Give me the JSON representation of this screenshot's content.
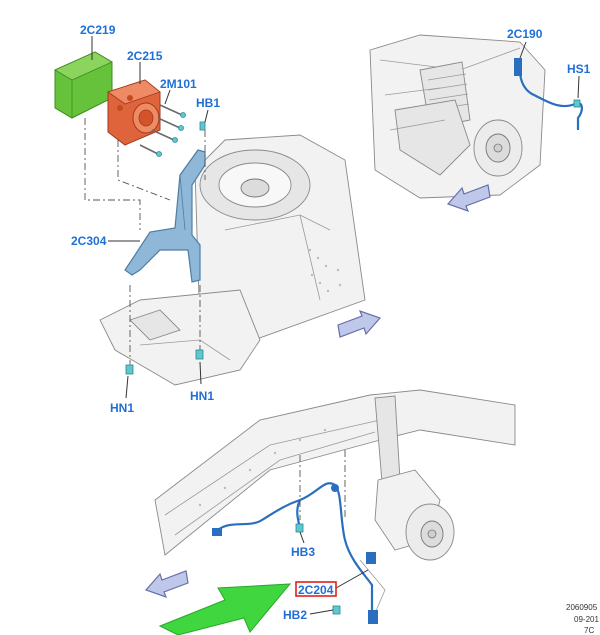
{
  "labels": {
    "c2c219": "2C219",
    "c2c215": "2C215",
    "c2m101": "2M101",
    "chb1": "HB1",
    "c2c304": "2C304",
    "chn1_left": "HN1",
    "chn1_right": "HN1",
    "c2c190": "2C190",
    "chs1": "HS1",
    "chb3": "HB3",
    "c2c204": "2C204",
    "chb2": "HB2"
  },
  "footer": {
    "line1": "2060905",
    "line2": "09-201",
    "line3": "7C"
  },
  "colors": {
    "callout": "#1f6fd6",
    "module_green": "#66c23a",
    "module_orange": "#e0643b",
    "highlight_box": "#e0201c",
    "big_arrow": "#3fd63f",
    "bracket": "#8fb7d8"
  }
}
